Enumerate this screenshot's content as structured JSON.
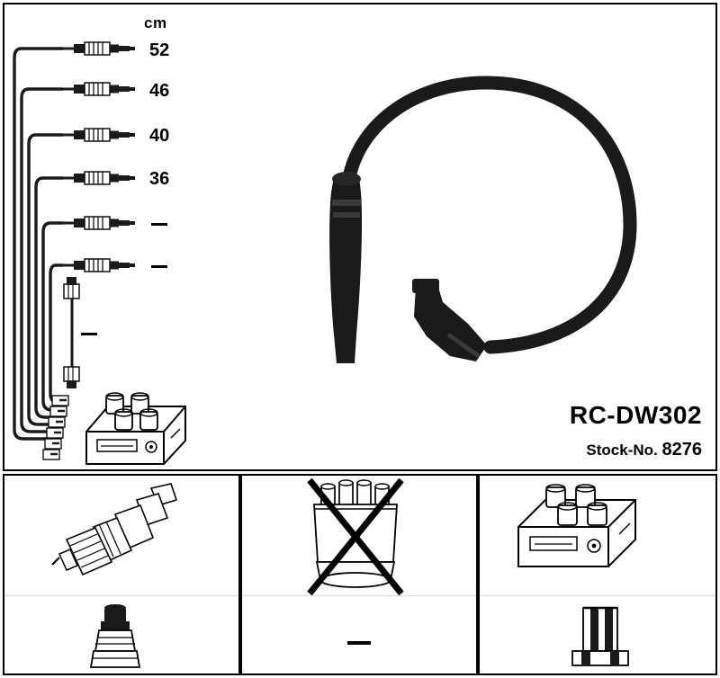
{
  "product": {
    "part_number": "RC-DW302",
    "stock_label": "Stock-No.",
    "stock_value": "8276"
  },
  "scale": {
    "unit_label": "cm",
    "lengths": [
      {
        "value": "52",
        "type": "number"
      },
      {
        "value": "46",
        "type": "number"
      },
      {
        "value": "40",
        "type": "number"
      },
      {
        "value": "36",
        "type": "number"
      },
      {
        "value": "—",
        "type": "dash"
      },
      {
        "value": "—",
        "type": "dash"
      },
      {
        "value": "—",
        "type": "dash"
      }
    ]
  },
  "icons": {
    "cables_bundle": "ignition-cable-set-icon",
    "cable_detail": "ignition-cable-detail-icon",
    "distributor_block": "distributor-block-icon",
    "spark_plug": "spark-plug-icon",
    "distributor_cap_crossed": "distributor-cap-crossed-out-icon",
    "coil_pack": "ignition-coil-pack-icon",
    "rubber_boot": "rubber-boot-icon",
    "cap_footer_dash": "dash-icon",
    "coil_bracket": "coil-bracket-icon"
  },
  "colors": {
    "line": "#000000",
    "fill_light": "#ffffff",
    "fill_grey": "#c9c9c9",
    "fill_dark": "#1a1a1a",
    "divider": "#d8d8d8"
  }
}
